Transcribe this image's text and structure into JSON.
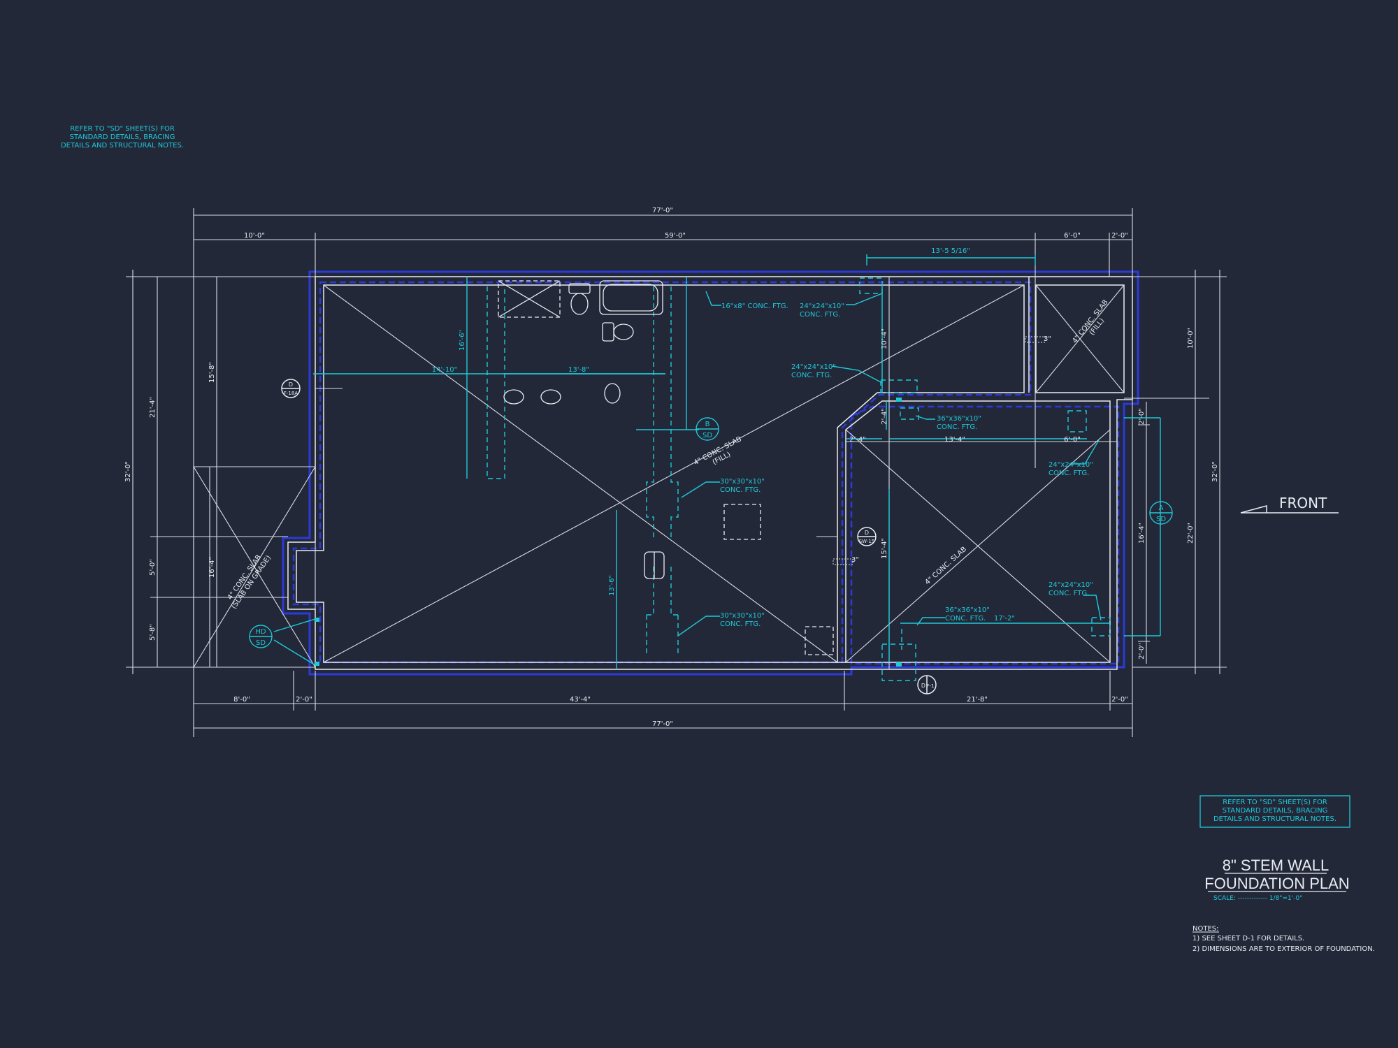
{
  "notes_top_left": [
    "REFER TO \"SD\" SHEET(S) FOR",
    "STANDARD DETAILS, BRACING",
    "DETAILS AND STRUCTURAL NOTES."
  ],
  "notes_box": [
    "REFER TO \"SD\" SHEET(S) FOR",
    "STANDARD DETAILS, BRACING",
    "DETAILS AND STRUCTURAL NOTES."
  ],
  "title": {
    "line1": "8\" STEM WALL",
    "line2": "FOUNDATION PLAN",
    "scale_label": "SCALE: ------------- 1/8\"=1'-0\""
  },
  "front_label": "FRONT",
  "general_notes": {
    "heading": "NOTES:",
    "items": [
      "1)  SEE SHEET D-1 FOR DETAILS.",
      "2)  DIMENSIONS ARE TO EXTERIOR OF FOUNDATION."
    ]
  },
  "dims": {
    "top_overall": "77'-0\"",
    "top_left": "10'-0\"",
    "top_mid": "59'-0\"",
    "top_r1": "6'-0\"",
    "top_r2": "2'-0\"",
    "top_inner": "13'-5 5/16\"",
    "bot_overall": "77'-0\"",
    "bot_a": "8'-0\"",
    "bot_b": "2'-0\"",
    "bot_c": "43'-4\"",
    "bot_d": "21'-8\"",
    "bot_e": "2'-0\"",
    "left_overall": "32'-0\"",
    "left_a": "21'-4\"",
    "left_b": "5'-0\"",
    "left_c": "5'-8\"",
    "left_d": "15'-8\"",
    "left_e": "16'-4\"",
    "right_overall": "32'-0\"",
    "right_a": "10'-0\"",
    "right_b": "22'-0\"",
    "inner_1410": "14'-10\"",
    "inner_138": "13'-8\"",
    "inner_166": "16'-6\"",
    "inner_136": "13'-6\"",
    "inner_104": "10'-4\"",
    "inner_24a": "2'-4\"",
    "inner_24b": "2'-4\"",
    "inner_134": "13'-4\"",
    "inner_60": "6'-0\"",
    "inner_154": "15'-4\"",
    "inner_164": "16'-4\"",
    "inner_20a": "2'-0\"",
    "inner_20b": "2'-0\"",
    "inner_172": "17'-2\"",
    "dim_3a": "3\"",
    "dim_3b": "3\""
  },
  "labels": {
    "ftg_16x8": "16\"x8\" CONC. FTG.",
    "ftg_24a": [
      "24\"x24\"x10\"",
      "CONC. FTG."
    ],
    "ftg_24b": [
      "24\"x24\"x10\"",
      "CONC. FTG."
    ],
    "ftg_36a": [
      "36\"x36\"x10\"",
      "CONC. FTG."
    ],
    "ftg_24c": [
      "24\"x24\"x10\"",
      "CONC. FTG."
    ],
    "ftg_30a": [
      "30\"x30\"x10\"",
      "CONC. FTG."
    ],
    "ftg_30b": [
      "30\"x30\"x10\"",
      "CONC. FTG."
    ],
    "ftg_24d": [
      "24\"x24\"x10\"",
      "CONC. FTG."
    ],
    "ftg_36b": [
      "36\"x36\"x10\"",
      "CONC. FTG."
    ],
    "slab_main": [
      "4\" CONC. SLAB",
      "(FILL)"
    ],
    "slab_garage": "4\" CONC. SLAB",
    "slab_porch": [
      "4\" CONC. SLAB",
      "(SLAB ON GRADE)"
    ],
    "slab_tr": [
      "4\" CONC. SLAB",
      "(FILL)"
    ]
  },
  "tags": {
    "b_sd": [
      "B",
      "SD"
    ],
    "a_sd": [
      "A",
      "SD"
    ],
    "hd_sd": [
      "HD",
      "SD"
    ],
    "d_left": [
      "D",
      "F-18A"
    ],
    "d_mid": [
      "D",
      "SW-15"
    ],
    "d_bot": [
      "D",
      "F-1"
    ]
  }
}
